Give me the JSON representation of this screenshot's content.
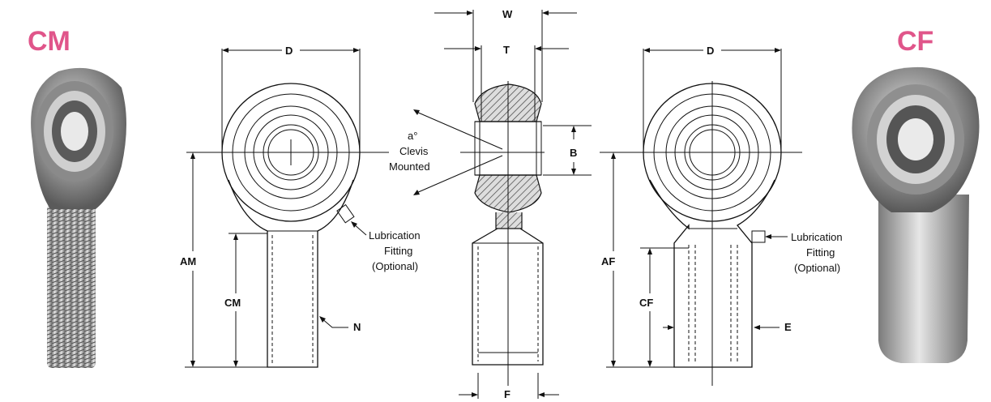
{
  "titles": {
    "left": "CM",
    "right": "CF"
  },
  "dimensions": {
    "d_left": "D",
    "d_right": "D",
    "w": "W",
    "t": "T",
    "b": "B",
    "f": "F",
    "am": "AM",
    "cm": "CM",
    "af": "AF",
    "cf": "CF",
    "n": "N",
    "e": "E"
  },
  "angle": {
    "line1": "a°",
    "line2": "Clevis",
    "line3": "Mounted"
  },
  "lubrication_left": {
    "line1": "Lubrication",
    "line2": "Fitting",
    "line3": "(Optional)"
  },
  "lubrication_right": {
    "line1": "Lubrication",
    "line2": "Fitting",
    "line3": "(Optional)"
  },
  "colors": {
    "title": "#e0558a",
    "line": "#111111",
    "metal": "#b9b9b9"
  },
  "icons": {
    "cm_photo": "male-rod-end-photo",
    "cf_photo": "female-rod-end-photo"
  }
}
